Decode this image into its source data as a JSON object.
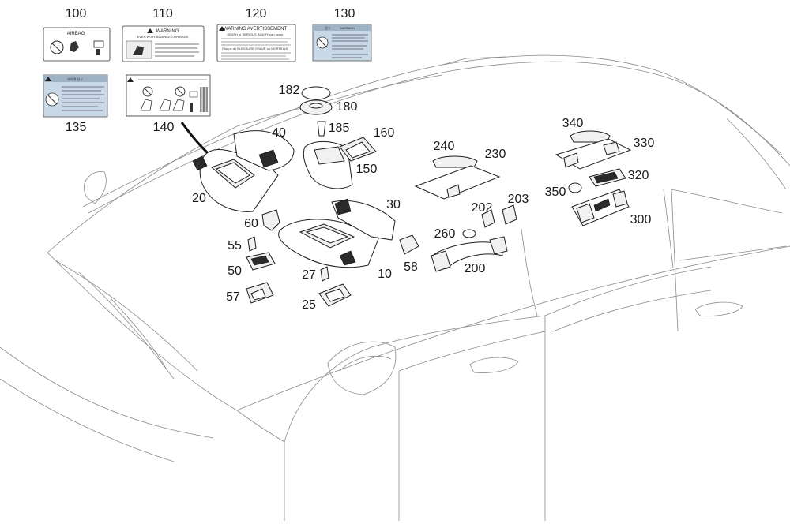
{
  "labels": {
    "l100": {
      "code": "100",
      "title": "AIRBAG"
    },
    "l110": {
      "code": "110",
      "title": "WARNING",
      "line1": "EVEN WITH ADVANCED AIR BAGS"
    },
    "l120": {
      "code": "120",
      "title": "WARNING AVERTISSEMENT",
      "line1": "DEATH or SERIOUS INJURY can occur",
      "line2": "Risque de BLESSURE GRAVE ou MORTELLE"
    },
    "l130": {
      "code": "130",
      "title": "WARNING",
      "kr": "경고"
    },
    "l135": {
      "code": "135",
      "title": "에어백 경고"
    },
    "l140": {
      "code": "140"
    }
  },
  "callouts": {
    "c10": "10",
    "c20": "20",
    "c25": "25",
    "c27": "27",
    "c30": "30",
    "c40": "40",
    "c50": "50",
    "c55": "55",
    "c57": "57",
    "c58": "58",
    "c60": "60",
    "c150": "150",
    "c160": "160",
    "c180": "180",
    "c182": "182",
    "c185": "185",
    "c200": "200",
    "c202": "202",
    "c203": "203",
    "c230": "230",
    "c240": "240",
    "c260": "260",
    "c300": "300",
    "c320": "320",
    "c330": "330",
    "c340": "340",
    "c350": "350"
  },
  "colors": {
    "background": "#ffffff",
    "outline": "#1e1e1e",
    "car_line": "#8a8a8a",
    "label_blue": "#c9d8e6"
  }
}
